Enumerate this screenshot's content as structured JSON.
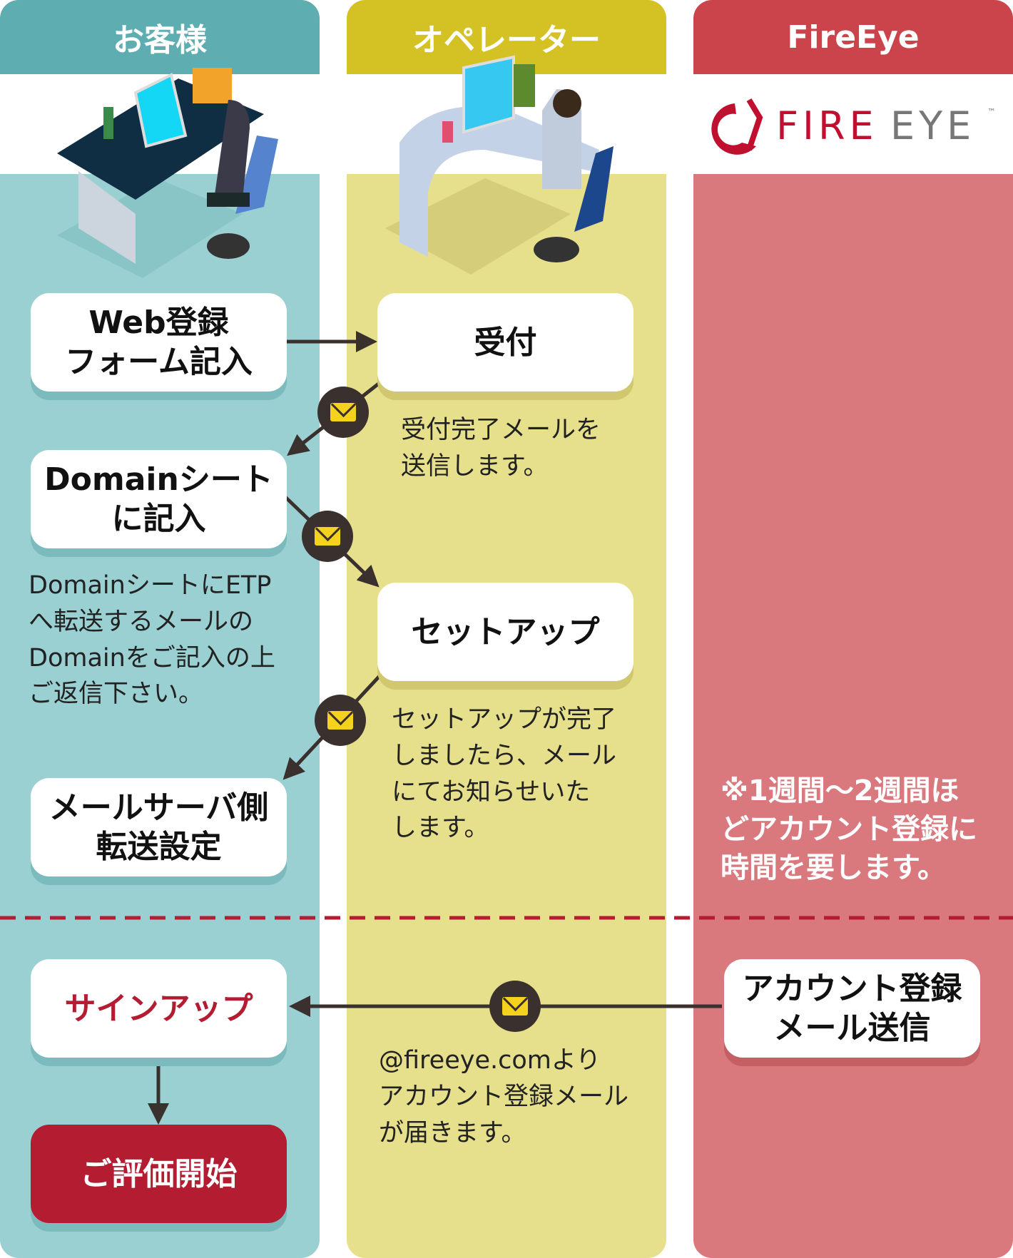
{
  "columns": {
    "customer": "お客様",
    "operator": "オペレーター",
    "fireeye": "FireEye"
  },
  "logo_text": "FIREEYE",
  "logo_tm": "™",
  "boxes": {
    "web_form": "Web登録\nフォーム記入",
    "reception": "受付",
    "domain_sheet": "Domainシート\nに記入",
    "setup": "セットアップ",
    "mail_server": "メールサーバ側\n転送設定",
    "signup": "サインアップ",
    "account_mail": "アカウント登録\nメール送信",
    "start_eval": "ご評価開始"
  },
  "descriptions": {
    "reception_done": "受付完了メールを\n送信します。",
    "domain_info": "DomainシートにETP\nへ転送するメールの\nDomainをご記入の上\nご返信下さい。",
    "setup_done": "セットアップが完了\nしましたら、メール\nにてお知らせいた\nします。",
    "account_from": "@fireeye.comより\nアカウント登録メール\nが届きます。",
    "fireeye_note": "※1週間〜2週間ほ\nどアカウント登録に\n時間を要します。"
  },
  "colors": {
    "teal": "#5eadb1",
    "yellow": "#d4c225",
    "red": "#cb434b",
    "accent": "#b41c32"
  }
}
